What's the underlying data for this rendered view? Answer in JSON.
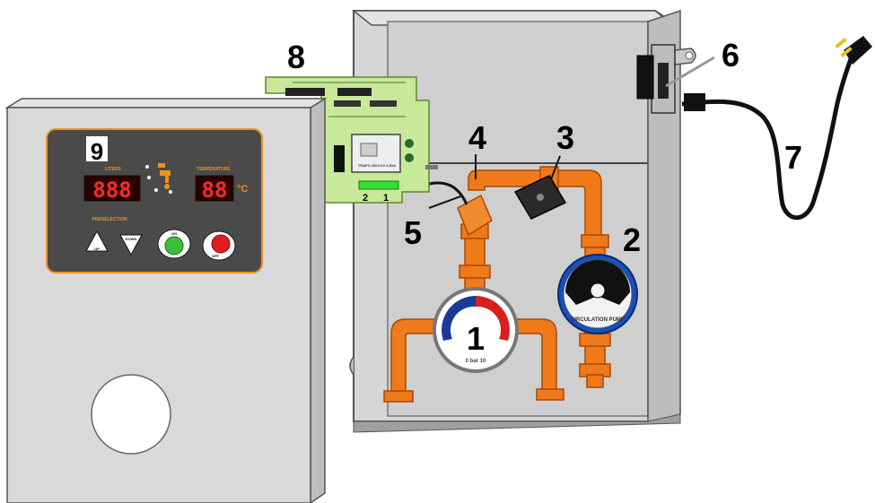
{
  "callouts": {
    "gauge": "1",
    "pump_label": "2",
    "valve": "3",
    "sensor_fitting": "4",
    "sensor": "5",
    "switch": "6",
    "power_cord": "7",
    "board": "8",
    "panel": "9"
  },
  "control_panel": {
    "liters_label": "LITERS",
    "liters_value": "888",
    "temperature_label": "TEMPERATURE",
    "temperature_value": "88",
    "temperature_unit": "°C",
    "preselection_label": "PRESELECTION",
    "up_label": "UP",
    "down_label": "DOWN",
    "on_label": "ON",
    "off_label": "OFF"
  },
  "board": {
    "transformer_text": "TRAFO 230V-9V 2,5VA",
    "terminal_1": "1",
    "terminal_2": "2"
  },
  "pump": {
    "face_text": "CIRCULATION PUMP"
  },
  "colors": {
    "pipe": "#f07a1a",
    "cabinet": "#d9d9d9",
    "panel_dark": "#4a4a4a",
    "panel_border": "#f39020",
    "board_green": "#c8e89a",
    "display_red": "#ff2a2a",
    "pump_ring": "#1a4fc0"
  }
}
